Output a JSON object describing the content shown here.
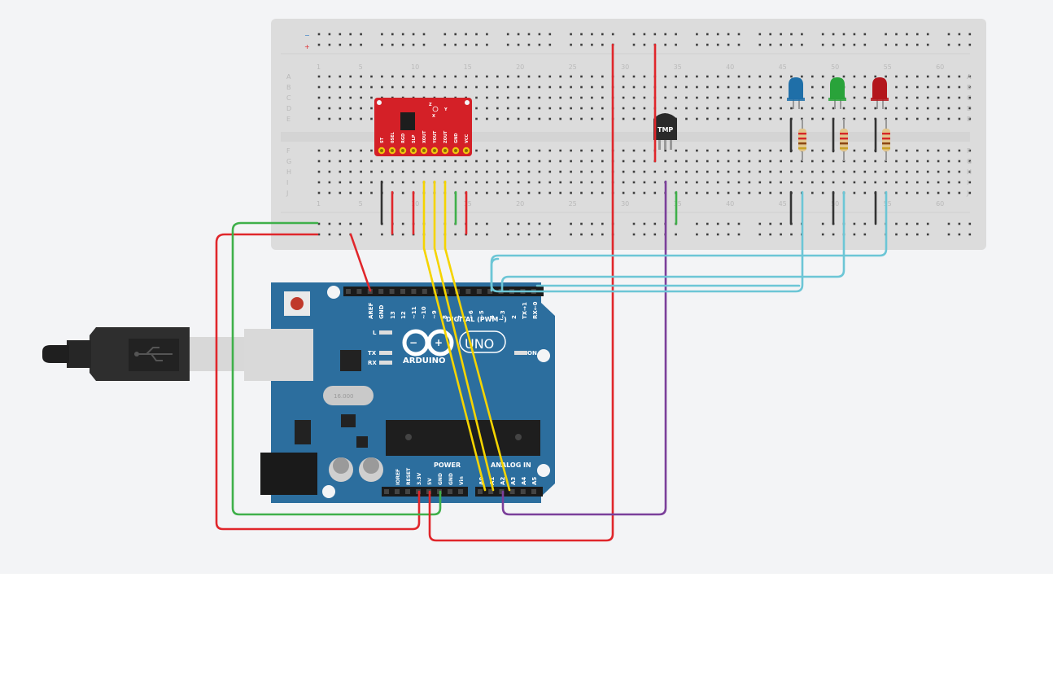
{
  "breadboard": {
    "column_labels": [
      "1",
      "5",
      "10",
      "15",
      "20",
      "25",
      "30",
      "35",
      "40",
      "45",
      "50",
      "55",
      "60"
    ],
    "column_numbers": [
      1,
      5,
      10,
      15,
      20,
      25,
      30,
      35,
      40,
      45,
      50,
      55,
      60
    ],
    "top_row_labels": [
      "A",
      "B",
      "C",
      "D",
      "E"
    ],
    "bottom_row_labels": [
      "F",
      "G",
      "H",
      "I",
      "J"
    ],
    "rail_minus": "−",
    "rail_plus": "+"
  },
  "accelerometer": {
    "axis_labels": [
      "Z",
      "Y",
      "X"
    ],
    "pins": [
      "ST",
      "0SEL",
      "RGD",
      "SLP",
      "XOUT",
      "YOUT",
      "ZOUT",
      "GND",
      "VCC"
    ]
  },
  "temp_sensor": {
    "label": "TMP"
  },
  "leds": [
    {
      "name": "blue",
      "color": "#1f6fa8"
    },
    {
      "name": "green",
      "color": "#29a33a"
    },
    {
      "name": "red",
      "color": "#b3161c"
    }
  ],
  "arduino": {
    "brand": "ARDUINO",
    "model": "UNO",
    "digital_header_label": "DIGITAL (PWM~)",
    "digital_pins": [
      "AREF",
      "GND",
      "13",
      "12",
      "~11",
      "~10",
      "~9",
      "8",
      "7",
      "~6",
      "~5",
      "4",
      "~3",
      "2",
      "TX→1",
      "RX←0"
    ],
    "power_header_label": "POWER",
    "power_pins": [
      "IOREF",
      "RESET",
      "3.3V",
      "5V",
      "GND",
      "GND",
      "Vin"
    ],
    "analog_header_label": "ANALOG IN",
    "analog_pins": [
      "A0",
      "A1",
      "A2",
      "A3",
      "A4",
      "A5"
    ],
    "led_labels": {
      "l": "L",
      "tx": "TX",
      "rx": "RX",
      "on": "ON"
    },
    "crystal_label": "16.000",
    "board_color": "#2c6e9e"
  },
  "wire_colors": {
    "red": "#e0262b",
    "black": "#333333",
    "green": "#3fb04a",
    "yellow": "#f5d400",
    "cyan": "#6cc6d6",
    "purple": "#7b3f9a"
  }
}
